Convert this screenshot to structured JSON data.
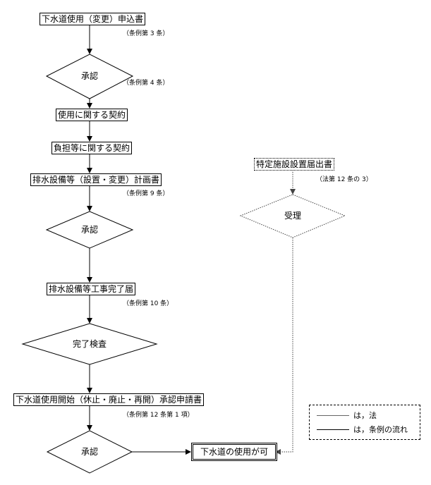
{
  "boxes": {
    "application": "下水道使用（変更）申込書",
    "use_contract": "使用に関する契約",
    "burden_contract": "負担等に関する契約",
    "drainage_plan": "排水設備等（設置・変更）計画書",
    "completion_report": "排水設備等工事完了届",
    "start_request": "下水道使用開始（休止・廃止・再開）承認申請書",
    "usage_allowed": "下水道の使用が可",
    "specified_facility": "特定施設設置届出書"
  },
  "diamonds": {
    "approval1": "承認",
    "approval2": "承認",
    "inspection": "完了検査",
    "approval3": "承認",
    "acceptance": "受理"
  },
  "notes": {
    "art3": "（条例第 3 条）",
    "art4": "（条例第 4 条）",
    "art9": "（条例第 9 条）",
    "art10": "（条例第 10 条）",
    "art12": "（条例第 12 条第 1 項）",
    "law12": "（法第 12 条の 3）"
  },
  "legend": {
    "law": "は，法",
    "ordinance": "は，条例の流れ"
  }
}
